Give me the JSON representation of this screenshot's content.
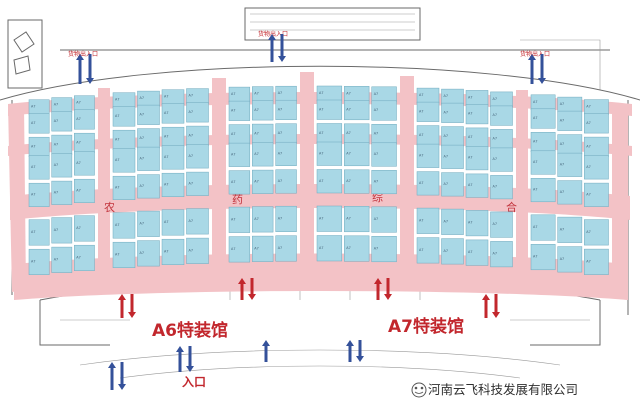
{
  "halls": {
    "a6": "A6特装馆",
    "a7": "A7特装馆"
  },
  "aisle_words": [
    "农",
    "药",
    "综",
    "合"
  ],
  "entrance_label": "入口",
  "cargo_label": "货物出入口",
  "watermark": "河南云飞科技发展有限公司",
  "booth_sample_label": "A7",
  "colors": {
    "booth": "#a9d8e6",
    "aisle": "#f3c2c6",
    "hall_text": "#c2272d",
    "arrow_blue": "#34519a"
  }
}
